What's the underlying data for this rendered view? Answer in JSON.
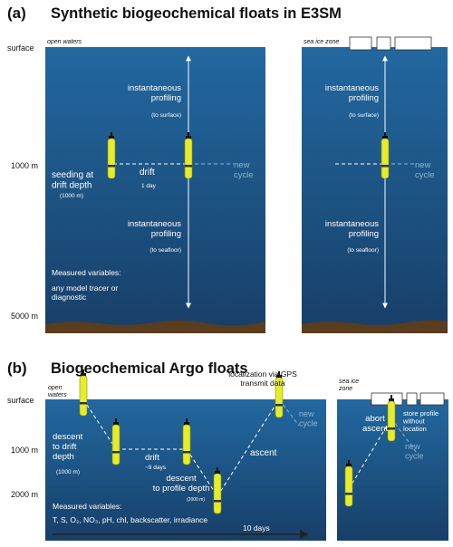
{
  "panel_a": {
    "letter": "(a)",
    "title": "Synthetic biogeochemical floats in E3SM",
    "depth_labels": {
      "surface": "surface",
      "mid": "1000 m",
      "bottom": "5000 m"
    },
    "left_box": {
      "zone": "open waters",
      "profiling_up": "instantaneous\nprofiling",
      "profiling_up_sub": "(to surface)",
      "seeding": "seeding at\ndrift depth",
      "seeding_sub": "(1000 m)",
      "drift": "drift",
      "drift_sub": "1 day",
      "new_cycle": "new\ncycle",
      "profiling_down": "instantaneous\nprofiling",
      "profiling_down_sub": "(to seafloor)",
      "measured_title": "Measured variables:",
      "measured_text": "any model tracer or\ndiagnostic"
    },
    "right_box": {
      "zone": "sea ice zone",
      "profiling_up": "instantaneous\nprofiling",
      "profiling_up_sub": "(to surface)",
      "new_cycle": "new\ncycle",
      "profiling_down": "instantaneous\nprofiling",
      "profiling_down_sub": "(to seafloor)"
    }
  },
  "panel_b": {
    "letter": "(b)",
    "title": "Biogeochemical Argo floats",
    "depth_labels": {
      "surface": "surface",
      "mid": "1000 m",
      "deep": "2000 m"
    },
    "left_box": {
      "zone": "open\nwaters",
      "localization": "localization via GPS\ntransmit data",
      "new_cycle": "new\ncycle",
      "descent_drift": "descent\nto drift\ndepth",
      "descent_drift_sub": "(1000 m)",
      "drift": "drift",
      "drift_sub": "~9 days",
      "descent_profile": "descent\nto profile depth",
      "descent_profile_sub": "(2000 m)",
      "ascent": "ascent",
      "measured_title": "Measured variables:",
      "measured_vars": "T, S, O₂, NO₃, pH, chl, backscatter, irradiance",
      "duration": "10 days"
    },
    "right_box": {
      "zone": "sea ice\nzone",
      "abort": "abort\nascent",
      "store": "store profile\nwithout\nlocation",
      "new_cycle": "new\ncycle"
    }
  },
  "colors": {
    "water_top": "#1e5f93",
    "water_bottom": "#173e66",
    "float_body": "#e6ec2a",
    "seafloor": "#5a3c1e"
  }
}
